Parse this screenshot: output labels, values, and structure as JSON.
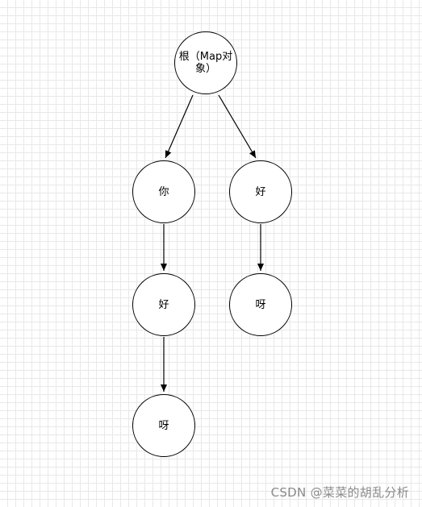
{
  "diagram": {
    "nodes": {
      "root": "根（Map对象）",
      "ni": "你",
      "hao_left": "好",
      "hao_right": "好",
      "ya_right": "呀",
      "ya_left": "呀"
    },
    "edges": [
      [
        "root",
        "ni"
      ],
      [
        "root",
        "hao_right"
      ],
      [
        "ni",
        "hao_left"
      ],
      [
        "hao_left",
        "ya_left"
      ],
      [
        "hao_right",
        "ya_right"
      ]
    ]
  },
  "watermark": "CSDN @菜菜的胡乱分析"
}
